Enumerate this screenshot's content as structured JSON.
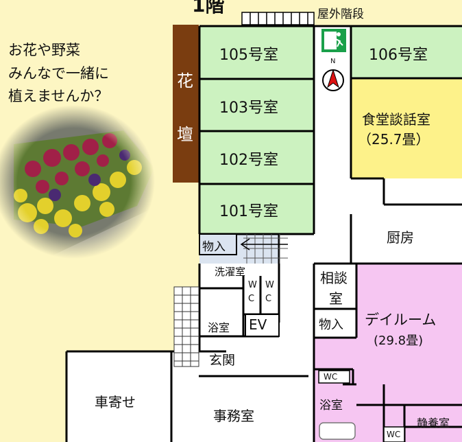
{
  "floor_title": "1階",
  "outdoor_stairs": "屋外階段",
  "promo": {
    "line1": "お花や野菜",
    "line2": "みんなで一緒に",
    "line3": "植えませんか？"
  },
  "flower_bed": {
    "char1": "花",
    "char2": "壇"
  },
  "compass": {
    "north_label": "N"
  },
  "emergency_exit_icon": "running-man-exit",
  "rooms": {
    "r105": "105号室",
    "r106": "106号室",
    "r103": "103号室",
    "r102": "102号室",
    "r101": "101号室",
    "dining_line1": "食堂談話室",
    "dining_line2": "（25.7畳）",
    "kitchen": "厨房",
    "storage_upper": "物入",
    "laundry": "洗濯室",
    "wc_char1": "W",
    "wc_char2": "C",
    "bath_left": "浴室",
    "elevator": "EV",
    "consult_line1": "相談",
    "consult_line2": "室",
    "storage_lower": "物入",
    "dayroom_line1": "デイルーム",
    "dayroom_line2": "(29.8畳)",
    "entrance": "玄関",
    "carport": "車寄せ",
    "office": "事務室",
    "wc_small1": "WC",
    "bath_right": "浴室",
    "quiet_room": "静養室",
    "wc_small2": "WC"
  },
  "colors": {
    "room_green": "#ccf2c0",
    "dining_yellow": "#fdf28a",
    "dayroom_pink": "#f6c6f2",
    "utility_blue": "#dbe4f0",
    "flowerbed_brown": "#7a3d10",
    "background": "#fdf6c3"
  }
}
